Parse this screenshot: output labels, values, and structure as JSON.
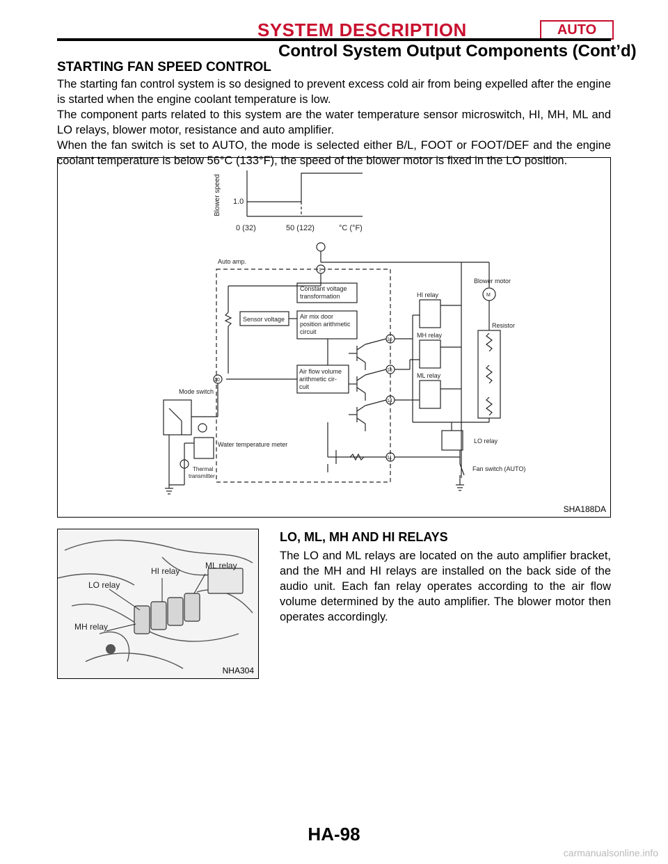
{
  "header": {
    "title": "SYSTEM DESCRIPTION",
    "badge": "AUTO",
    "subtitle": "Control System Output Components (Cont’d)"
  },
  "section1": {
    "title": "STARTING FAN SPEED CONTROL",
    "paragraphs": [
      "The starting fan control system is so designed to prevent excess cold air from being expelled after the engine is started when the engine coolant temperature is low.",
      "The component parts related to this system are the water temperature sensor microswitch, HI, MH, ML and LO relays, blower motor, resistance and auto amplifier.",
      "When the fan switch is set to AUTO, the mode is selected either B/L, FOOT or FOOT/DEF and the engine coolant temperature is below 56°C (133°F), the speed of the blower motor is fixed in the LO position."
    ]
  },
  "figure1": {
    "code": "SHA188DA",
    "graph": {
      "ylabel": "Blower speed",
      "ytick": "1.0",
      "xticks": [
        "0 (32)",
        "50 (122)"
      ],
      "xunit": "°C (°F)"
    },
    "labels": {
      "auto_amp": "Auto amp.",
      "const_voltage_1": "Constant voltage",
      "const_voltage_2": "transformation",
      "sensor_voltage": "Sensor voltage",
      "airmix_1": "Air mix door",
      "airmix_2": "position arithmetic",
      "airmix_3": "circuit",
      "airflow_1": "Air flow volume",
      "airflow_2": "arithmetic cir-",
      "airflow_3": "cuit",
      "mode_switch": "Mode switch",
      "water_temp_meter": "Water temperature meter",
      "thermal_1": "Thermal",
      "thermal_2": "transmitter",
      "hi_relay": "HI relay",
      "mh_relay": "MH relay",
      "ml_relay": "ML relay",
      "lo_relay": "LO relay",
      "blower_motor": "Blower motor",
      "motor_symbol": "M",
      "resistor": "Resistor",
      "fan_switch": "Fan switch (AUTO)"
    },
    "pins": [
      "1",
      "16",
      "15",
      "14",
      "10",
      "11"
    ]
  },
  "figure2": {
    "code": "NHA304",
    "labels": [
      "HI relay",
      "ML relay",
      "LO relay",
      "MH relay"
    ]
  },
  "section2": {
    "title": "LO, ML, MH AND HI RELAYS",
    "paragraph": "The LO and ML relays are located on the auto amplifier bracket, and the MH and HI relays are installed on the back side of the audio unit. Each fan relay operates according to the air flow volume determined by the auto amplifier. The blower motor then operates accordingly."
  },
  "footer": {
    "page": "HA-98",
    "watermark": "carmanualsonline.info"
  }
}
